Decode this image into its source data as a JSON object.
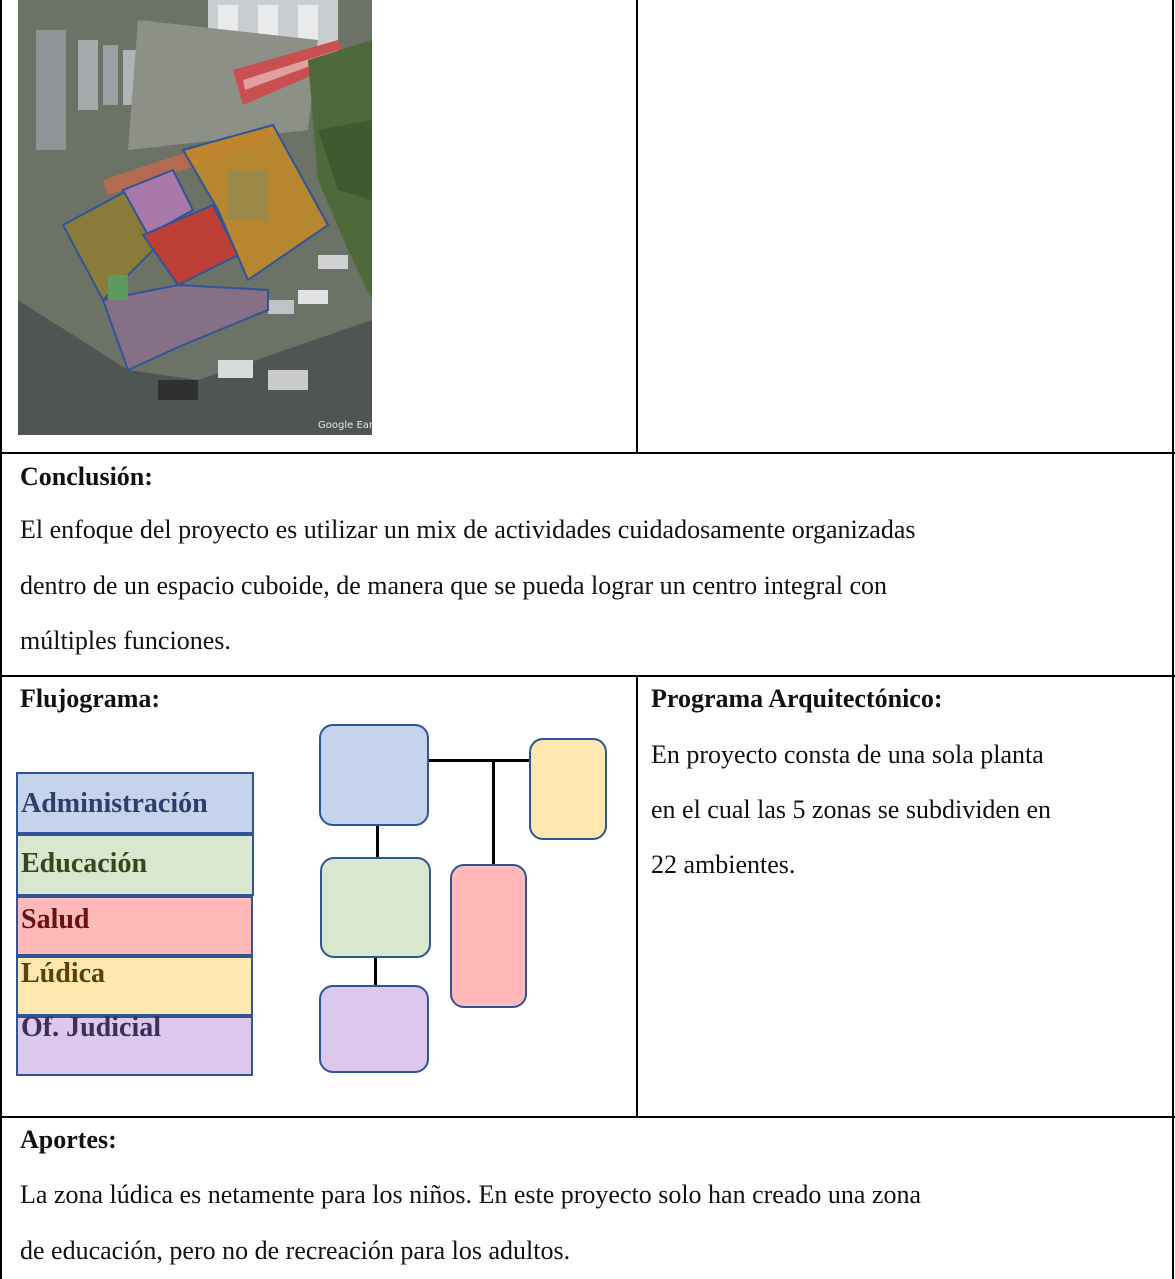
{
  "conclusion": {
    "heading": "Conclusión:",
    "lines": [
      "El enfoque del proyecto es utilizar un mix de actividades cuidadosamente organizadas",
      "dentro de un espacio cuboide, de manera que se pueda lograr un centro integral con",
      "múltiples funciones."
    ]
  },
  "flujograma": {
    "heading": "Flujograma:",
    "legend": [
      {
        "label": "Administración",
        "fill": "#c5d3ec",
        "text_color": "#2e3e6b"
      },
      {
        "label": "Educación",
        "fill": "#d9e7cf",
        "text_color": "#2f4a1b"
      },
      {
        "label": "Salud",
        "fill": "#ffb9b9",
        "text_color": "#6b1010"
      },
      {
        "label": "Lúdica",
        "fill": "#ffe7b0",
        "text_color": "#5c4100"
      },
      {
        "label": "Of. Judicial",
        "fill": "#dcc8ec",
        "text_color": "#3f2d5c"
      }
    ]
  },
  "programa": {
    "heading": "Programa Arquitectónico:",
    "lines": [
      "En proyecto consta de una sola planta",
      "en el cual las 5 zonas se subdividen en",
      "22 ambientes."
    ]
  },
  "aportes": {
    "heading": "Aportes:",
    "lines": [
      "La zona lúdica es netamente para los niños. En este proyecto solo han creado una zona",
      "de educación, pero no de recreación para los adultos."
    ]
  },
  "colors": {
    "border_blue": "#2f5597",
    "admin": "#c5d3ec",
    "educacion": "#d9e7cf",
    "salud": "#ffb9b9",
    "ludica": "#ffe7b0",
    "judicial": "#dcc8ec"
  },
  "image": {
    "watermark": "Google Earth"
  }
}
